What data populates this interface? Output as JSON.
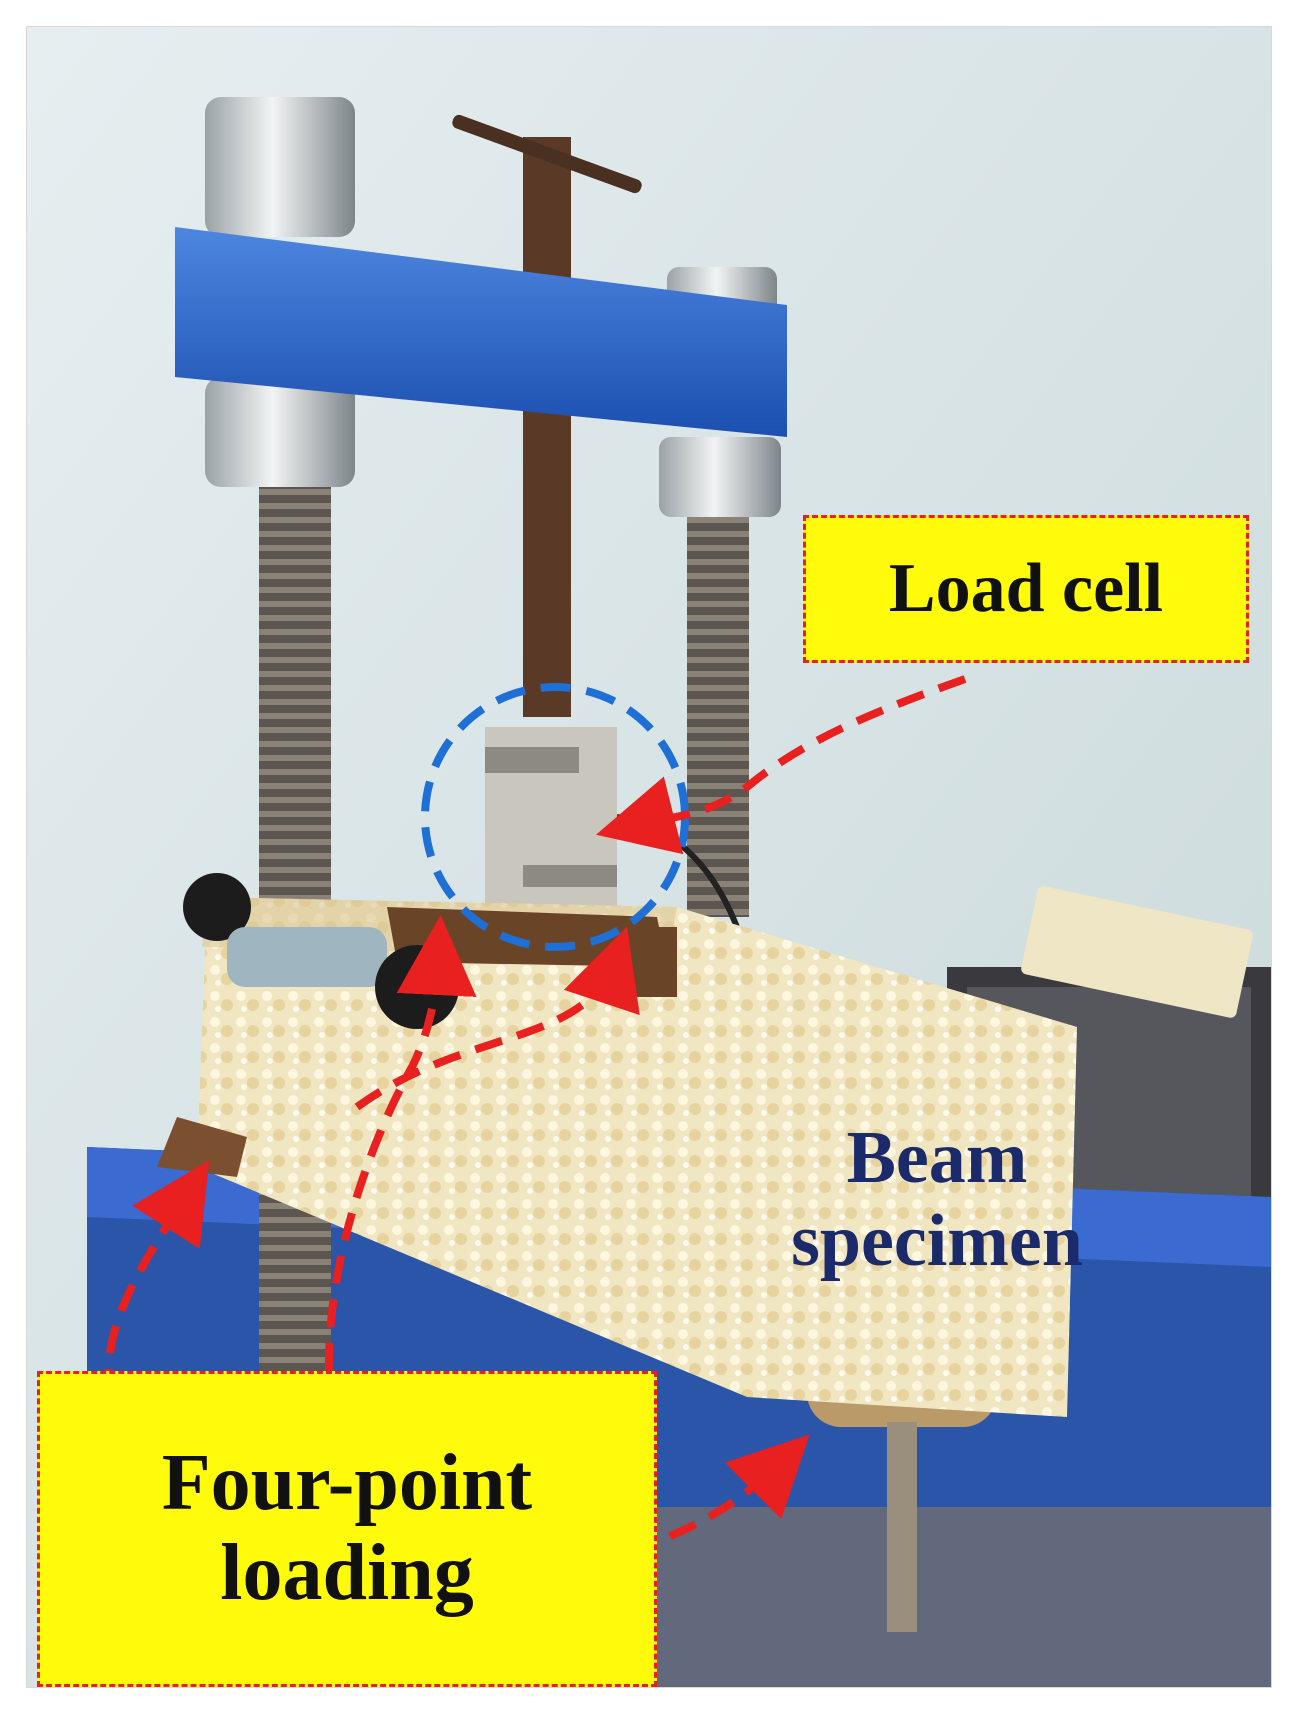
{
  "labels": {
    "load_cell": "Load cell",
    "four_point_line1": "Four-point",
    "four_point_line2": "loading",
    "beam_line1": "Beam",
    "beam_line2": "specimen"
  },
  "colors": {
    "callout_box": "#fffb0a",
    "callout_border": "#e82020",
    "arrow": "#e82020",
    "circle": "#1e6fd6",
    "beam_label": "#1a2a6a",
    "frame_bar": "#2a62c8"
  },
  "icons": {
    "arrow": "dashed-arrow-icon",
    "highlight": "dashed-circle-icon"
  }
}
